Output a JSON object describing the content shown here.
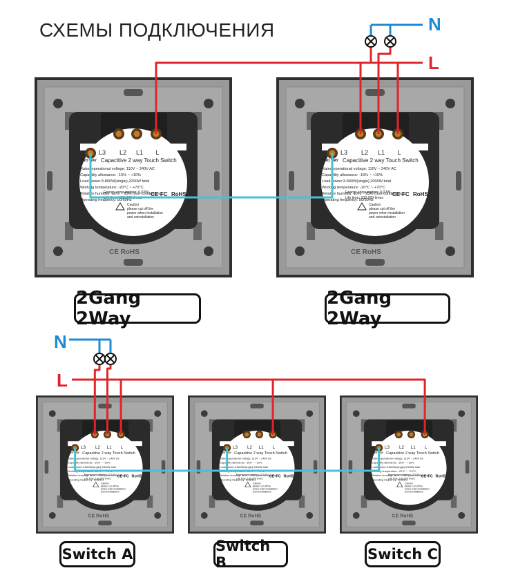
{
  "title": "СХЕМЫ ПОДКЛЮЧЕНИЯ",
  "labels": {
    "neutral": "N",
    "live": "L"
  },
  "colors": {
    "neutral_wire": "#1e8ad6",
    "live_wire": "#e0252a",
    "traveler_wire": "#46c2d6",
    "plate": "#9a9a9a",
    "frame": "#2e2e2e",
    "module": "#2b2b2b"
  },
  "captions": {
    "top_left": "2Gang 2Way",
    "top_right": "2Gang 2Way",
    "switch_a": "Switch A",
    "switch_b": "Switch B",
    "switch_c": "Switch C"
  },
  "module": {
    "terminals": [
      "L3",
      "L2",
      "L1",
      "L"
    ],
    "brand": "TWO WAY",
    "product": "Capacitive 2 way Touch Switch",
    "specs": [
      "Rated operational voltage: 110V ~ 240V AC",
      "Capability allowance: -15% ~ +10%",
      "Load power:3-800W(single),2000W total",
      "Working temperature: -20°C ~ +70°C",
      "Relative humidity: 10% ~ 93% (non-condensing)",
      "Operating frequency: 50/60Hz",
      "Energy consumption: 0.02W",
      "Life time: 100.000 times"
    ],
    "caution": [
      "Caution",
      "please cut off the",
      "power when installation",
      "and uninstallation"
    ],
    "marks": [
      "CE",
      "FC",
      "RoHS"
    ]
  },
  "plate_mark": "CE RoHS"
}
